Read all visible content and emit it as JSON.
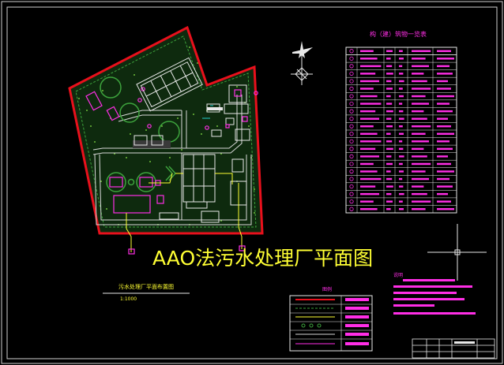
{
  "drawing": {
    "main_title": "AAO法污水处理厂平面图",
    "layout_caption": "污水处理厂平面布置图",
    "scale": "1:1000",
    "structures_table_title": "构（建）筑物一览表",
    "legend_title": "图例",
    "notes_title": "说明",
    "table_row_count": 22,
    "colors": {
      "background": "#000000",
      "frame": "#e8e8e8",
      "boundary": "#e8101c",
      "green_belt": "#2a7a2a",
      "road": "#d8d8d8",
      "structure": "#e8e8e8",
      "tank": "#3da33d",
      "magenta": "#ff2ee6",
      "title": "#ffff33",
      "pipe": "#ffff33",
      "cyan": "#22cccc"
    }
  }
}
